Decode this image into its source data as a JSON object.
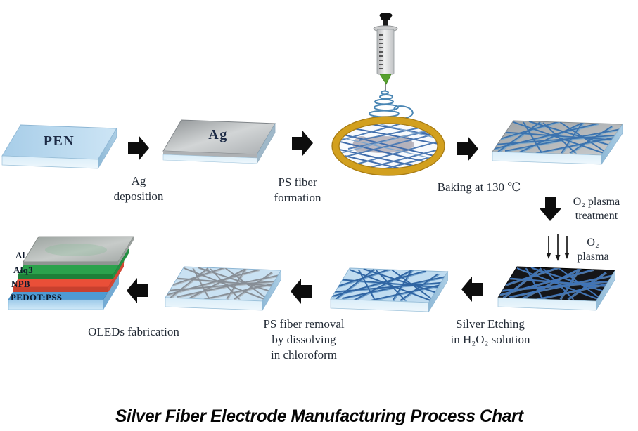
{
  "caption": "Silver Fiber Electrode Manufacturing Process Chart",
  "substrates": {
    "pen": "PEN",
    "ag": "Ag"
  },
  "steps": {
    "ag_deposition": {
      "l1": "Ag",
      "l2": "deposition"
    },
    "ps_fiber_formation": {
      "l1": "PS fiber",
      "l2": "formation"
    },
    "baking": {
      "l1": "Baking at 130 ℃"
    },
    "o2_treatment": {
      "l1": "O₂ plasma",
      "l2": "treatment"
    },
    "o2_plasma": {
      "l1": "O₂",
      "l2": "plasma"
    },
    "silver_etching": {
      "l1": "Silver Etching",
      "l2": "in H₂O₂ solution"
    },
    "ps_removal": {
      "l1": "PS fiber removal",
      "l2": "by dissolving",
      "l3": "in chloroform"
    },
    "oled_fab": {
      "l1": "OLEDs fabrication"
    }
  },
  "oled_stack": {
    "layers": [
      {
        "label": "Al"
      },
      {
        "label": "Alq3"
      },
      {
        "label": "NPB"
      },
      {
        "label": "PEDOT:PSS"
      }
    ]
  },
  "colors": {
    "fiber_blue": "#3b72ae",
    "fiber_gray": "#878e96",
    "hoop_gold": "#d2a01f",
    "substrate_blue": "#b5d6ec",
    "plasma_black": "#15161a",
    "alq3_green": "#2ba24c",
    "npb_red": "#e94f38",
    "pedot_blue": "#4e9ad3",
    "arrow_black": "#0d0d0d"
  }
}
